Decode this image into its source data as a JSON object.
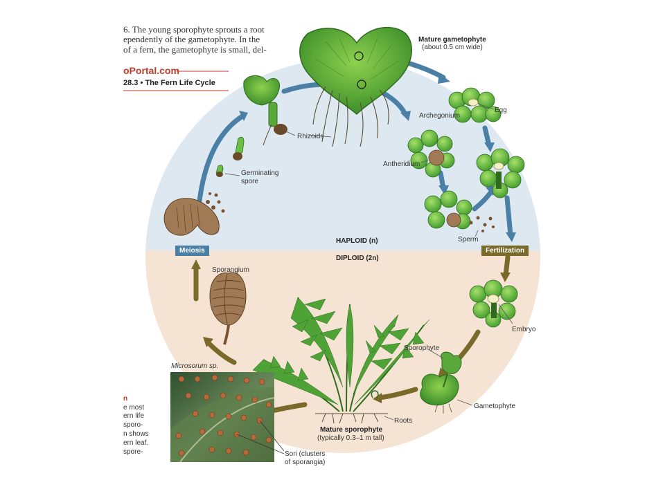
{
  "book": {
    "text_lines": [
      "6. The young sporophyte sprouts a root",
      "ependently of the gametophyte. In the",
      "of a fern, the gametophyte is small, del-"
    ],
    "brand": "oPortal.com",
    "figure_title": "28.3 • The Fern Life Cycle",
    "caption_lines": [
      "n",
      "e most",
      "ern life",
      "sporo-",
      "n shows",
      "ern leaf.",
      "spore-"
    ]
  },
  "diagram": {
    "phases": {
      "haploid_label": "HAPLOID (n)",
      "diploid_label": "DIPLOID (2n)"
    },
    "tags": {
      "meiosis": "Meiosis",
      "fertilization": "Fertilization"
    },
    "labels": {
      "mature_gametophyte": "Mature gametophyte",
      "gametophyte_size": "(about 0.5 cm wide)",
      "egg": "Egg",
      "archegonium": "Archegonium",
      "antheridium": "Antheridium",
      "sperm": "Sperm",
      "rhizoids": "Rhizoids",
      "germinating_spore_1": "Germinating",
      "germinating_spore_2": "spore",
      "sporangium": "Sporangium",
      "embryo": "Embryo",
      "sporophyte": "Sporophyte",
      "gametophyte": "Gametophyte",
      "roots": "Roots",
      "mature_sporophyte": "Mature sporophyte",
      "sporophyte_size": "(typically 0.3–1 m tall)",
      "photo_species": "Microsorum sp.",
      "sori_1": "Sori (clusters",
      "sori_2": "of sporangia)"
    },
    "colors": {
      "haploid_bg": "#dde8f1",
      "diploid_bg": "#f5e4d3",
      "haploid_arrow": "#4a7fa6",
      "diploid_arrow": "#7a6a2a",
      "meiosis_tag": "#4a7fa6",
      "fertilization_tag": "#7a6a2a",
      "brand_red": "#c0392b"
    }
  }
}
